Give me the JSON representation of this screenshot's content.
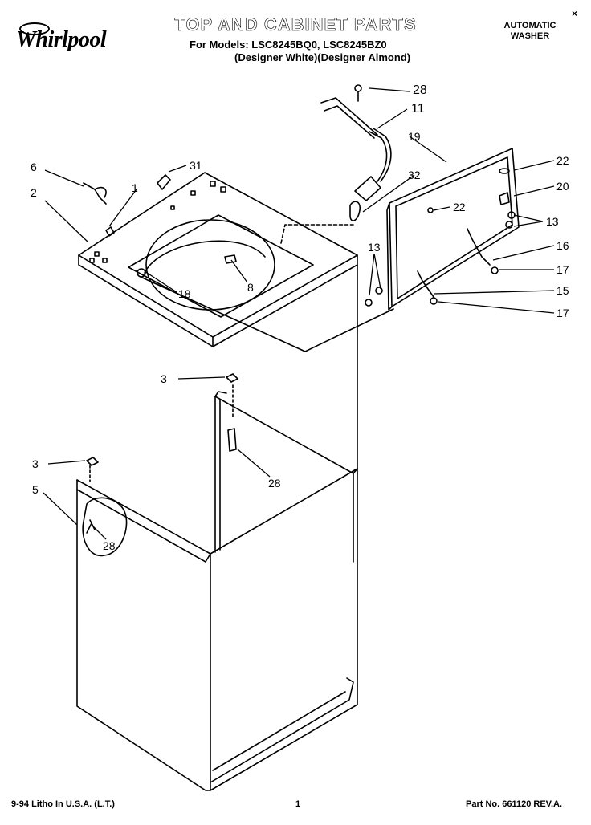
{
  "header": {
    "brand": "Whirlpool",
    "title": "TOP AND CABINET PARTS",
    "models_line": "For Models: LSC8245BQ0, LSC8245BZ0",
    "variants_line": "(Designer White)(Designer Almond)",
    "product_type_line1": "AUTOMATIC",
    "product_type_line2": "WASHER",
    "close_mark": "×"
  },
  "callouts": {
    "c28_top": "28",
    "c11": "11",
    "c19": "19",
    "c22_top": "22",
    "c6": "6",
    "c31": "31",
    "c1": "1",
    "c2": "2",
    "c32": "32",
    "c20": "20",
    "c22_mid": "22",
    "c13_right": "13",
    "c16": "16",
    "c13_left": "13",
    "c17_top": "17",
    "c15": "15",
    "c17_bottom": "17",
    "c18": "18",
    "c8": "8",
    "c3_mid": "3",
    "c28_mid": "28",
    "c3_left": "3",
    "c5": "5",
    "c28_left": "28"
  },
  "footer": {
    "litho": "9-94 Litho In U.S.A. (L.T.)",
    "page": "1",
    "part_no": "Part No. 661120 REV.A."
  }
}
